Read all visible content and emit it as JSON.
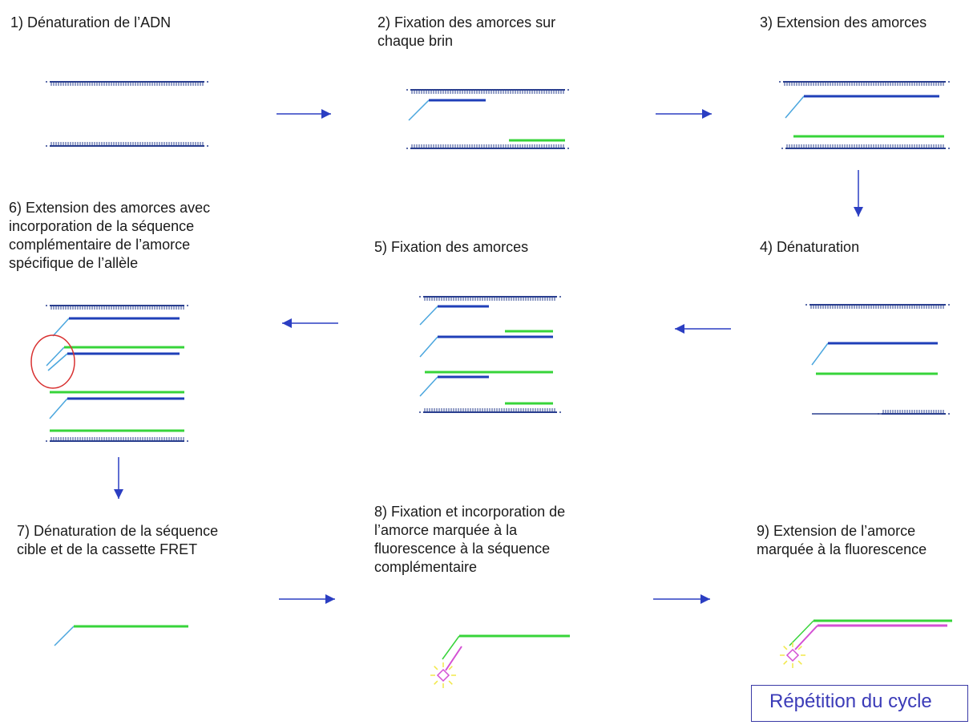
{
  "steps": [
    {
      "id": "1",
      "title": "1) Dénaturation de l’ADN"
    },
    {
      "id": "2",
      "title": "2) Fixation des amorces sur\nchaque brin"
    },
    {
      "id": "3",
      "title": "3) Extension des amorces"
    },
    {
      "id": "4",
      "title": "4) Dénaturation"
    },
    {
      "id": "5",
      "title": "5) Fixation des amorces"
    },
    {
      "id": "6",
      "title": "6) Extension des amorces avec\nincorporation de la séquence\ncomplémentaire de l’amorce\nspécifique de l’allèle"
    },
    {
      "id": "7",
      "title": "7) Dénaturation de la séquence\ncible et de la cassette FRET"
    },
    {
      "id": "8",
      "title": "8) Fixation et incorporation de\nl’amorce marquée à la\nfluorescence à la séquence\ncomplémentaire"
    },
    {
      "id": "9",
      "title": "9) Extension de l’amorce\nmarquée à la fluorescence"
    }
  ],
  "repeat_label": "Répétition du cycle",
  "colors": {
    "template_strand": "#2a3f8f",
    "extended_strand": "#1f3fb8",
    "primer_tail": "#4aa6de",
    "allele_strand": "#37d43a",
    "fret_cassette": "#d450d4",
    "arrow": "#2b3ec2",
    "highlight_circle": "#d83030",
    "fluorescence_glow": "#f2e84a",
    "box_border": "#3a3aa6",
    "box_text": "#3b3bb8"
  }
}
